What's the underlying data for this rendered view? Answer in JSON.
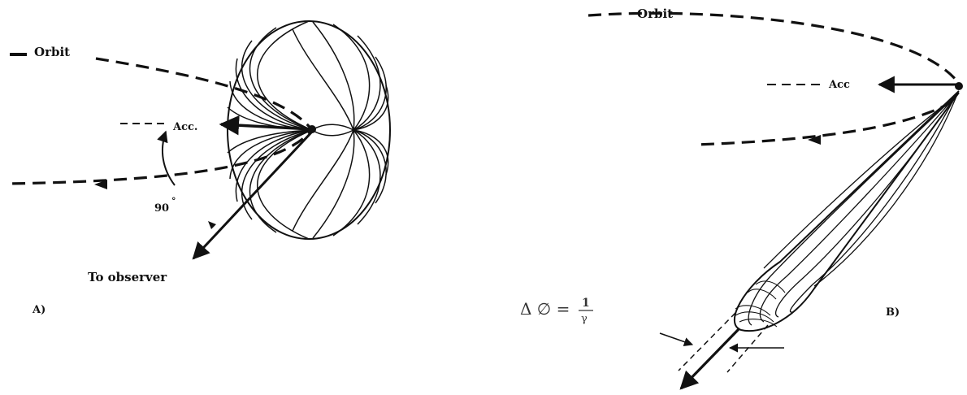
{
  "panel_a": {
    "label": "A)",
    "orbit_label": "Orbit",
    "acc_label": "Acc.",
    "angle_label": "90",
    "degree_mark": "°",
    "observer_label": "To observer"
  },
  "panel_b": {
    "label": "B)",
    "orbit_label": "Orbit",
    "acc_label": "Acc",
    "formula": {
      "lhs": "Δ ∅ =",
      "numerator": "1",
      "denominator": "γ"
    }
  }
}
